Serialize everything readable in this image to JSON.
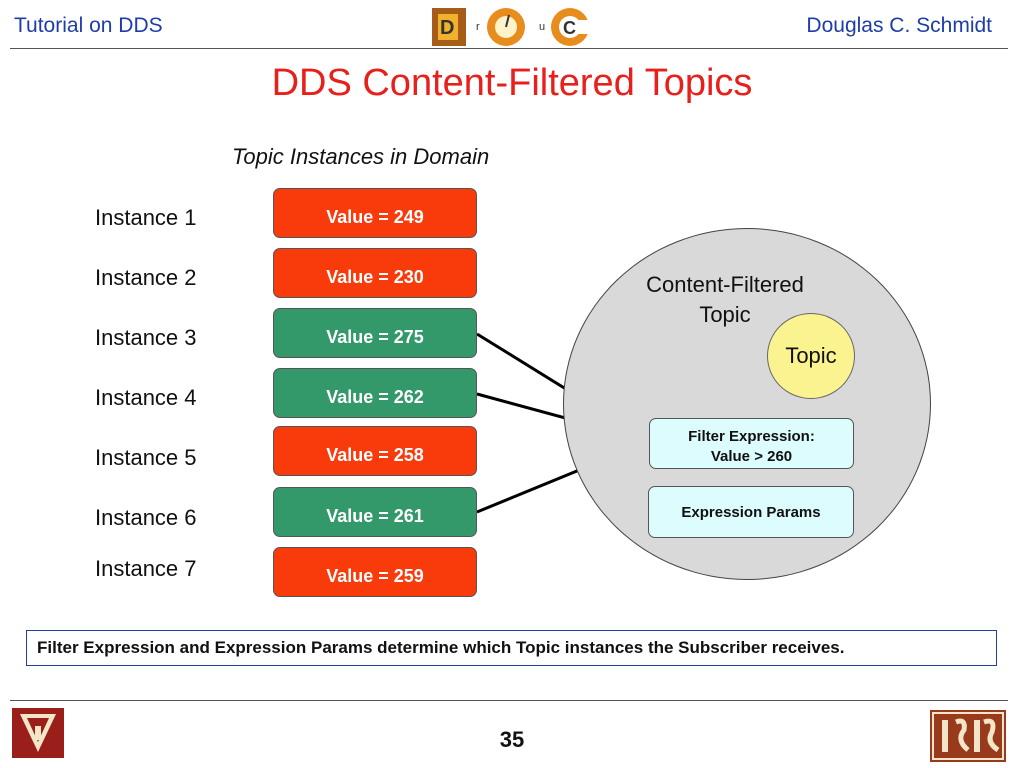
{
  "header": {
    "left": "Tutorial on DDS",
    "right": "Douglas C. Schmidt",
    "logo_letters": [
      "D",
      "r",
      "u",
      "C"
    ]
  },
  "slide": {
    "title": "DDS Content-Filtered Topics",
    "subtitle": "Topic Instances in Domain",
    "instances": [
      {
        "label": "Instance 1",
        "value": "Value = 249",
        "color": "#f93a0b"
      },
      {
        "label": "Instance 2",
        "value": "Value = 230",
        "color": "#f93a0b"
      },
      {
        "label": "Instance 3",
        "value": "Value = 275",
        "color": "#34996a"
      },
      {
        "label": "Instance 4",
        "value": "Value = 262",
        "color": "#34996a"
      },
      {
        "label": "Instance 5",
        "value": "Value = 258",
        "color": "#f93a0b"
      },
      {
        "label": "Instance 6",
        "value": "Value = 261",
        "color": "#34996a"
      },
      {
        "label": "Instance 7",
        "value": "Value = 259",
        "color": "#f93a0b"
      }
    ],
    "cft_label_line1": "Content-Filtered",
    "cft_label_line2": "Topic",
    "topic_label": "Topic",
    "filter_line1": "Filter Expression:",
    "filter_line2": "Value > 260",
    "params_label": "Expression Params",
    "note": "Filter Expression and Expression Params determine which Topic instances the Subscriber receives."
  },
  "footer": {
    "page_number": "35"
  },
  "colors": {
    "title": "#e8201b",
    "header_text": "#1f3da8",
    "filtered_out": "#f93a0b",
    "passes_filter": "#34996a"
  }
}
